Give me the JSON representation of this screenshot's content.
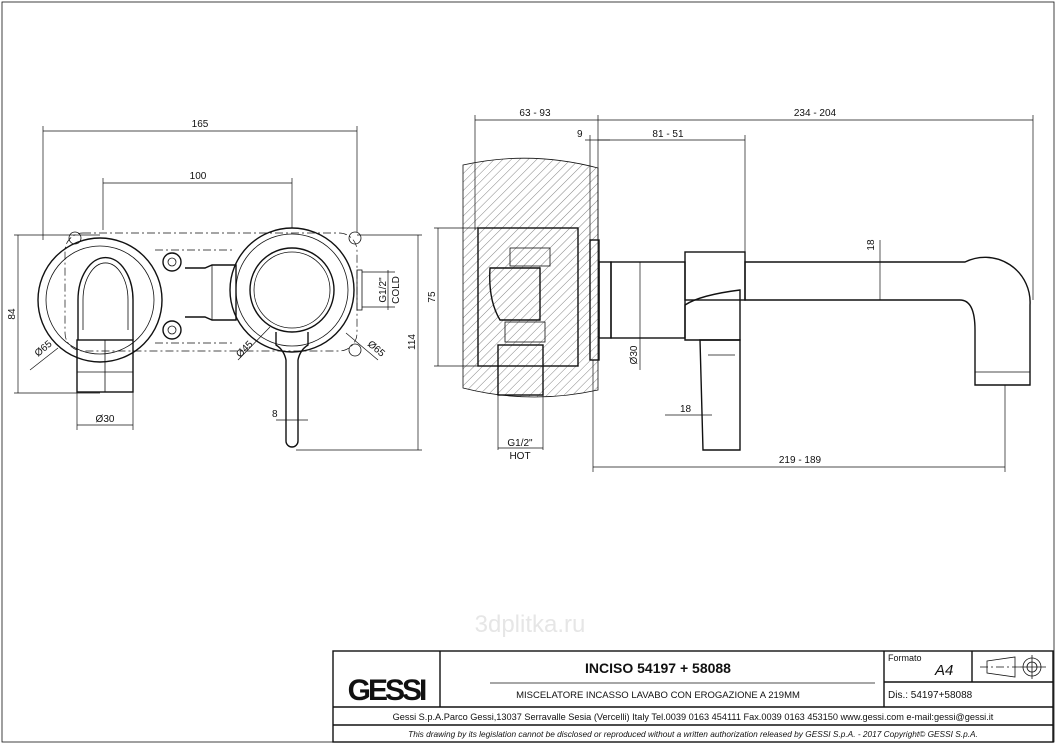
{
  "front_view": {
    "dim_width_total": "165",
    "dim_centers": "100",
    "dim_height_left": "84",
    "dim_dia_left_plate": "Ø65",
    "dim_dia_handle": "Ø45",
    "dim_dia_right_plate": "Ø65",
    "dim_dia_spout": "Ø30",
    "dim_lever_width": "8",
    "cold_connection": "G1/2\"",
    "cold_label": "COLD",
    "dim_height_total": "114"
  },
  "side_view": {
    "dim_body_height": "75",
    "dim_wall_depth": "63 - 93",
    "dim_plate": "9",
    "dim_handle_depth": "81 - 51",
    "dim_total_length": "234 - 204",
    "dim_pipe_dia": "18",
    "dim_dia_handle": "Ø30",
    "dim_lever": "18",
    "hot_connection": "G1/2\"",
    "hot_label": "HOT",
    "dim_spout_reach": "219 - 189"
  },
  "watermark": "3dplitka.ru",
  "title_block": {
    "logo": "GESSI",
    "title": "INCISO 54197 + 58088",
    "subtitle": "MISCELATORE INCASSO LAVABO CON EROGAZIONE A 219MM",
    "format_label": "Formato",
    "format_value": "A4",
    "drawing_no": "Dis.: 54197+58088",
    "company_info": "Gessi S.p.A.Parco Gessi,13037 Serravalle Sesia (Vercelli) Italy Tel.0039 0163 454111 Fax.0039 0163 453150 www.gessi.com e-mail:gessi@gessi.it",
    "copyright": "This drawing by its legislation cannot be disclosed or reproduced without a written authorization released by GESSI S.p.A. - 2017 Copyright© GESSI S.p.A."
  }
}
